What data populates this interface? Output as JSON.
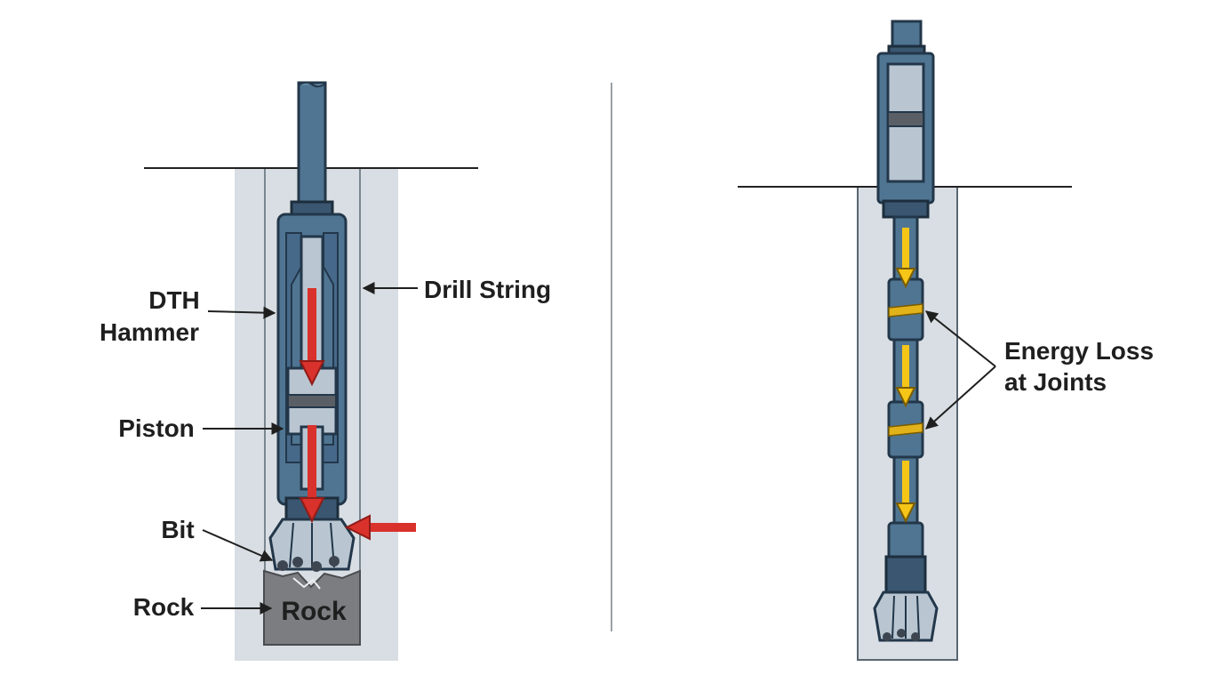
{
  "left_panel": {
    "labels": {
      "dth_hammer": [
        "DTH",
        "Hammer"
      ],
      "drill_string": "Drill String",
      "piston": "Piston",
      "bit": "Bit",
      "rock": "Rock"
    },
    "rock_block_text": "Rock"
  },
  "right_panel": {
    "labels": {
      "energy_loss": [
        "Energy Loss",
        "at Joints"
      ]
    }
  },
  "colors": {
    "steel": "#4f7592",
    "impact_arrow": "#d9312b",
    "energy_arrow": "#f5c518",
    "joint_band": "#e2b21a",
    "borehole": "#d8dee3",
    "rock": "#7b7d80"
  }
}
